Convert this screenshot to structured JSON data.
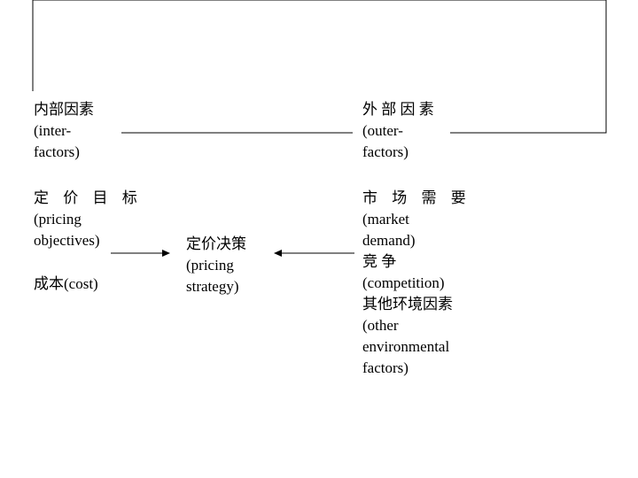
{
  "inner_factors": {
    "zh": "内部因素",
    "en1": "(inter-",
    "en2": "factors)"
  },
  "outer_factors": {
    "zh": "外 部 因 素",
    "en1": "(outer-",
    "en2": "factors)"
  },
  "pricing_objectives": {
    "zh": "定 价 目 标",
    "en1": "(pricing",
    "en2": "objectives)"
  },
  "cost": {
    "label": "成本(cost)"
  },
  "pricing_strategy": {
    "zh": "定价决策",
    "en1": "(pricing",
    "en2": "strategy)"
  },
  "environment": {
    "market_zh": "市 场 需 要",
    "market_en1": "(market",
    "market_en2": "demand)",
    "competition_zh_a": "竞",
    "competition_zh_b": "争",
    "competition_en": "(competition)",
    "other_zh": "其他环境因素",
    "other_en1": "(other",
    "other_en2": "environmental",
    "other_en3": "factors)"
  }
}
